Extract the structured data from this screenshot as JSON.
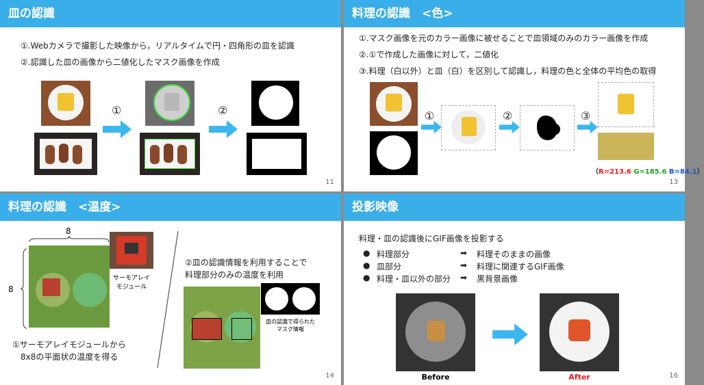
{
  "slide11": {
    "title": "皿の認識",
    "line1": "①.Webカメラで撮影した映像から，リアルタイムで円・四角形の皿を認識",
    "line2": "②.認識した皿の画像から二値化したマスク画像を作成",
    "step1": "①",
    "step2": "②",
    "page": "11"
  },
  "slide13": {
    "title": "料理の認識　<色>",
    "line1": "①.マスク画像を元のカラー画像に被せることで皿領域のみのカラー画像を作成",
    "line2": "②.①で作成した画像に対して，二値化",
    "line3": "③.料理（白以外）と皿（白）を区別して認識し，料理の色と全体の平均色の取得",
    "step1": "①",
    "step2": "②",
    "step3": "③",
    "rgb_r": "R=213.6",
    "rgb_g": "G=185.6",
    "rgb_b": "B=84.1",
    "paren_open": "（",
    "paren_close": "）",
    "avg_color": "#c9b45a",
    "page": "13"
  },
  "slide14": {
    "title": "料理の認識　<温度>",
    "grid_w": "8",
    "grid_h": "8",
    "module_label_1": "サーモアレイ",
    "module_label_2": "モジュール",
    "desc_r1": "②皿の認識情報を利用することで",
    "desc_r2": "料理部分のみの温度を利用",
    "mask_caption_1": "皿の認識で得られた",
    "mask_caption_2": "マスク情報",
    "desc_l1": "①サーモアレイモジュールから",
    "desc_l2": "8x8の平面状の温度を得る",
    "page": "14"
  },
  "slide16": {
    "title": "投影映像",
    "intro": "料理・皿の認識後にGIF画像を投影する",
    "rows": [
      {
        "bullet": "●",
        "left": "料理部分",
        "arrow": "➡",
        "right": "料理そのままの画像"
      },
      {
        "bullet": "●",
        "left": "皿部分",
        "arrow": "➡",
        "right": "料理に関連するGIF画像"
      },
      {
        "bullet": "●",
        "left": "料理・皿以外の部分",
        "arrow": "➡",
        "right": "黒背景画像"
      }
    ],
    "before_label": "Before",
    "after_label": "After",
    "after_color": "#e02020",
    "page": "16"
  },
  "accent": "#3aaee9"
}
